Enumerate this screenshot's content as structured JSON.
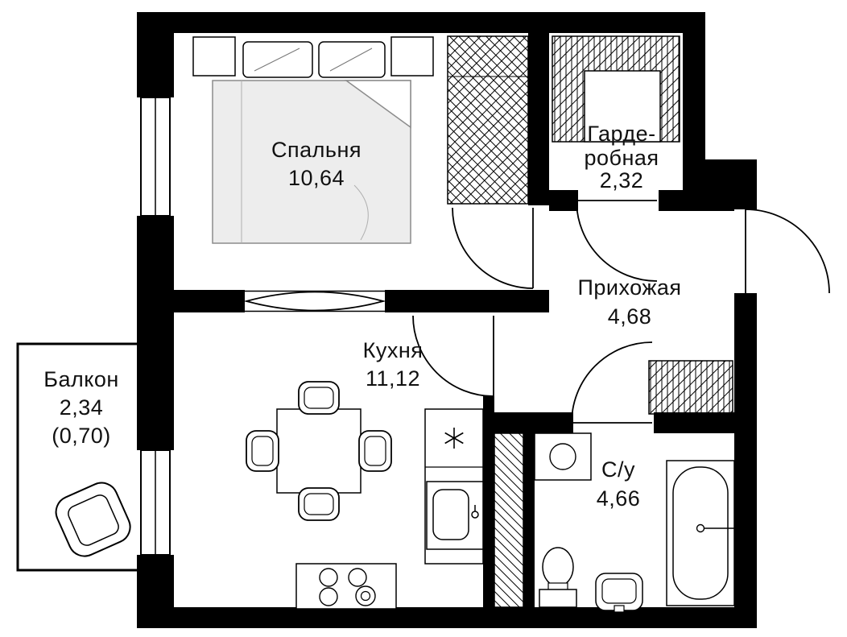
{
  "plan": {
    "background": "#ffffff",
    "wall_color": "#000000",
    "line_color": "#000000",
    "bed_fill": "#ededed",
    "text_color": "#111111"
  },
  "rooms": {
    "bedroom": {
      "name": "Спальня",
      "area": "10,64"
    },
    "wardrobe": {
      "name_line1": "Гарде-",
      "name_line2": "робная",
      "area": "2,32"
    },
    "hallway": {
      "name": "Прихожая",
      "area": "4,68"
    },
    "kitchen": {
      "name": "Кухня",
      "area": "11,12"
    },
    "balcony": {
      "name": "Балкон",
      "area": "2,34",
      "area_reduced": "(0,70)"
    },
    "bathroom": {
      "name": "С/у",
      "area": "4,66"
    }
  },
  "symbols": [
    "bed",
    "pillow",
    "nightstand",
    "built-in-closet-hangers",
    "wardrobe-hangers",
    "dining-table",
    "chair",
    "kitchen-counter",
    "kitchen-sink",
    "stove-burners",
    "washing-machine",
    "bathtub",
    "toilet",
    "washbasin",
    "armchair",
    "door-swing-arc",
    "window",
    "ventilation-shaft",
    "opening-lens"
  ]
}
